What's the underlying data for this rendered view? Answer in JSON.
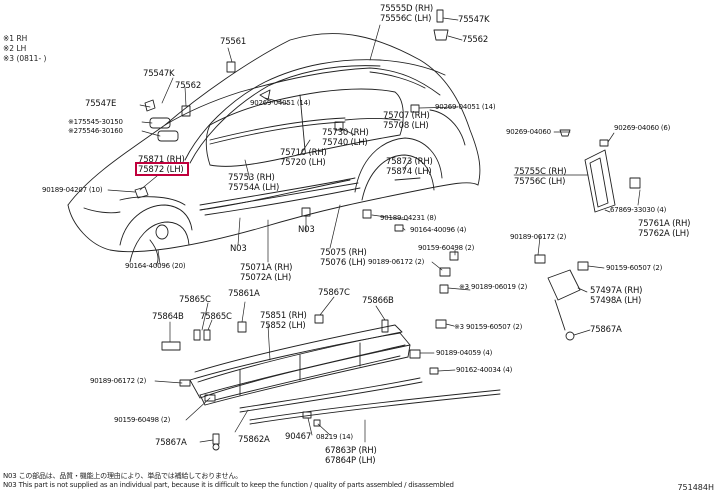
{
  "legend": [
    "※1 RH",
    "※2 LH",
    "※3 (0811- )"
  ],
  "parts": {
    "p75555D": "75555D (RH)",
    "p75556C": "75556C (LH)",
    "p75547K_top": "75547K",
    "p75562_top": "75562",
    "p75561": "75561",
    "p75547K": "75547K",
    "p75562": "75562",
    "p75547E": "75547E",
    "p75545": "※175545-30150",
    "p75546": "※275546-30160",
    "p75871": "75871 (RH)",
    "p75872": "75872 (LH)",
    "p90189_04207": "90189-04207 (10)",
    "p90269_04051_a": "90269-04051 (14)",
    "p90269_04051_b": "90269-04051 (14)",
    "p75707": "75707 (RH)",
    "p75708": "75708 (LH)",
    "p90269_04060": "90269-04060 (6)",
    "p75730": "75730 (RH)",
    "p75740": "75740 (LH)",
    "p75710": "75710 (RH)",
    "p75720": "75720 (LH)",
    "p75873": "75873 (RH)",
    "p75874": "75874 (LH)",
    "p75753": "75753 (RH)",
    "p75754A": "75754A (LH)",
    "p75755C": "75755C (RH)",
    "p75756C": "75756C (LH)",
    "p67869": "67869-33030 (4)",
    "p75761A": "75761A (RH)",
    "p75762A": "75762A (LH)",
    "p90189_04231": "90189-04231 (8)",
    "p90164_40096_a": "90164-40096 (4)",
    "n03_a": "N03",
    "n03_b": "N03",
    "p75075": "75075 (RH)",
    "p75076": "75076 (LH)",
    "p90164_40096_b": "90164-40096 (20)",
    "p75071A": "75071A (RH)",
    "p75072A": "75072A (LH)",
    "p90159_60498_a": "90159-60498 (2)",
    "p90189_06172_a": "90189-06172 (2)",
    "p90189_06172_b": "90189-06172 (2)",
    "p90159_60507_a": "90159-60507 (2)",
    "p90189_06019": "※3 90189-06019 (2)",
    "p57497A": "57497A (RH)",
    "p57498A": "57498A (LH)",
    "p75865C": "75865C",
    "p75861A": "75861A",
    "p75867C": "75867C",
    "p75866B": "75866B",
    "p75864B": "75864B",
    "p75865C_b": "75865C",
    "p75851": "75851 (RH)",
    "p75852": "75852 (LH)",
    "p90159_60507_b": "※3 90159-60507 (2)",
    "p75867A_r": "75867A",
    "p90189_04059": "90189-04059 (4)",
    "p90189_06172_c": "90189-06172 (2)",
    "p90162_40034": "90162-40034 (4)",
    "p90159_60498_b": "90159-60498 (2)",
    "p75867A_l": "75867A",
    "p75862A": "75862A",
    "p90467": "90467",
    "p08219": "08219 (14)",
    "p67863P": "67863P (RH)",
    "p67864P": "67864P (LH)"
  },
  "notes": [
    "N03 この部品は、品質・機能上の理由により、単品では補給しておりません。",
    "N03 This part is not supplied as an individual part, because it is difficult to keep the function / quality of parts assembled / disassembled"
  ],
  "diagram_code": "751484H"
}
